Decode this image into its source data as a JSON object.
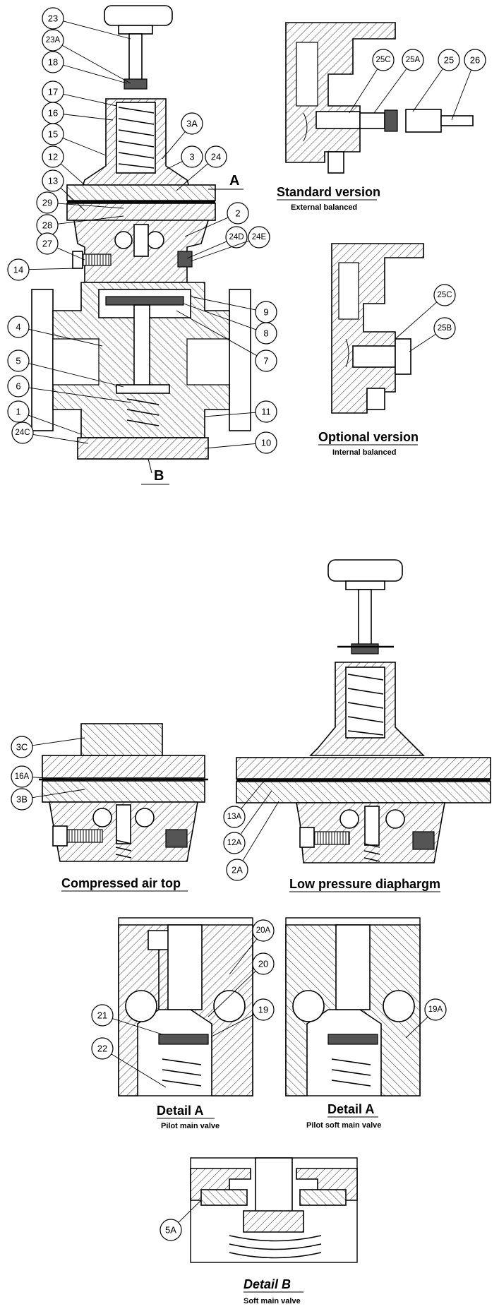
{
  "views": {
    "main": {
      "callouts": [
        "23",
        "23A",
        "18",
        "17",
        "16",
        "15",
        "12",
        "13",
        "29",
        "28",
        "27",
        "14",
        "4",
        "5",
        "6",
        "1",
        "24C",
        "3A",
        "3",
        "24",
        "2",
        "24D",
        "24E",
        "9",
        "8",
        "7",
        "11",
        "10"
      ],
      "section_a": "A",
      "section_b": "B"
    },
    "standard": {
      "title": "Standard version",
      "subtitle": "External  balanced",
      "callouts": [
        "25C",
        "25A",
        "25",
        "26"
      ]
    },
    "optional": {
      "title": "Optional version",
      "subtitle": "Internal balanced",
      "callouts": [
        "25C",
        "25B"
      ]
    },
    "compressed_air": {
      "title": "Compressed air top",
      "callouts": [
        "3C",
        "16A",
        "3B"
      ]
    },
    "low_pressure": {
      "title": "Low pressure diaphargm",
      "callouts": [
        "13A",
        "12A",
        "2A"
      ]
    },
    "detail_a_pilot": {
      "title": "Detail  A",
      "subtitle": "Pilot main valve",
      "callouts": [
        "20A",
        "20",
        "21",
        "19",
        "22"
      ]
    },
    "detail_a_soft": {
      "title": "Detail A",
      "subtitle": "Pilot soft main valve",
      "callouts": [
        "19A"
      ]
    },
    "detail_b": {
      "title": "Detail B",
      "subtitle": "Soft main valve",
      "callouts": [
        "5A"
      ]
    }
  }
}
